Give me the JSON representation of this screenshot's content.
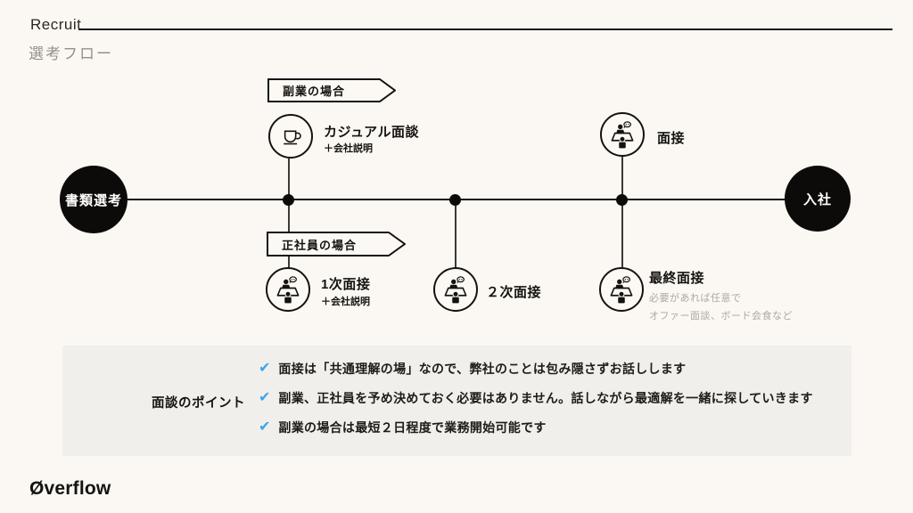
{
  "page": {
    "eyebrow": "Recruit",
    "title": "選考フロー",
    "logo": "Øverflow"
  },
  "colors": {
    "background": "#fbf8f3",
    "ink": "#15130f",
    "muted_title": "#968f88",
    "note_grey": "#aca7a1",
    "points_box_bg": "#f1efec",
    "check_blue": "#3aa5e9"
  },
  "timeline": {
    "start": {
      "label": "書類選考"
    },
    "end": {
      "label": "入社"
    },
    "branch_top": {
      "banner": "副業の場合",
      "nodes": [
        {
          "icon": "coffee-cup-icon",
          "title": "カジュアル面談",
          "subtitle": "＋会社説明"
        },
        {
          "icon": "interview-icon",
          "title": "面接"
        }
      ]
    },
    "branch_bottom": {
      "banner": "正社員の場合",
      "nodes": [
        {
          "icon": "interview-icon",
          "title": "1次面接",
          "subtitle": "＋会社説明"
        },
        {
          "icon": "interview-icon",
          "title": "２次面接"
        },
        {
          "icon": "interview-icon",
          "title": "最終面接",
          "note1": "必要があれば任意で",
          "note2": "オファー面談、ボード会食など"
        }
      ]
    }
  },
  "points": {
    "heading": "面談のポイント",
    "check_icon": "checkmark-icon",
    "items": [
      "面接は「共通理解の場」なので、弊社のことは包み隠さずお話しします",
      "副業、正社員を予め決めておく必要はありません。話しながら最適解を一緒に探していきます",
      "副業の場合は最短２日程度で業務開始可能です"
    ]
  }
}
